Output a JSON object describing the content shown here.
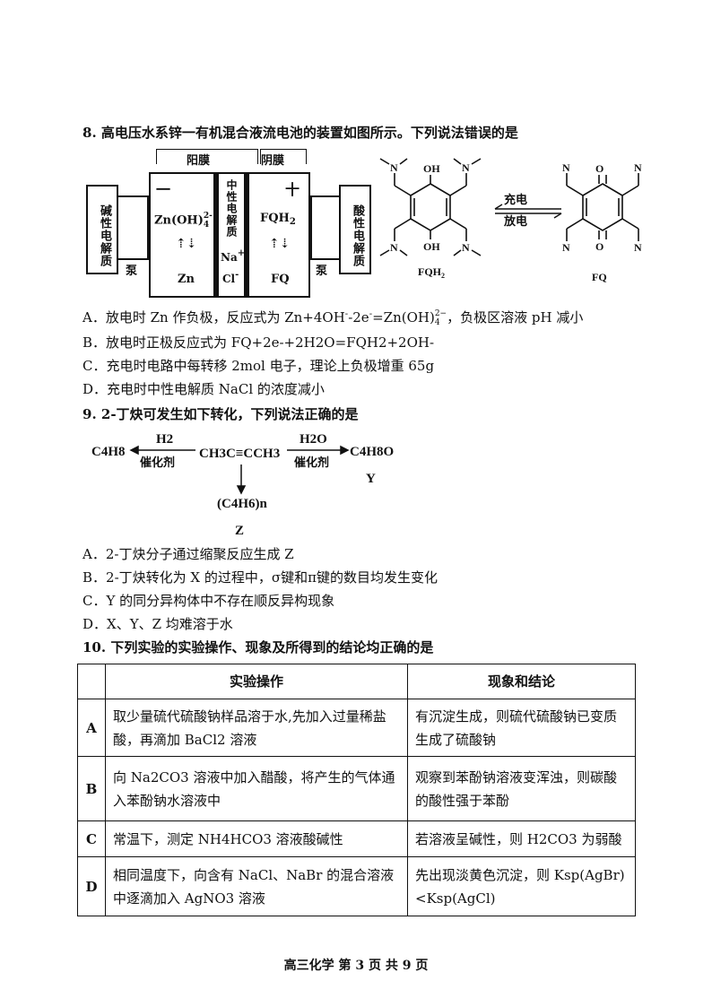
{
  "q8": {
    "number": "8",
    "stem": "高电压水系锌一有机混合液流电池的装置如图所示。下列说法错误的是",
    "diagram": {
      "anode_membrane": "阳膜",
      "cathode_membrane": "阴膜",
      "neg_sign": "一",
      "pos_sign": "十",
      "left_tank": "碱性电解质",
      "right_tank": "酸性电解质",
      "pump_left": "泵",
      "pump_right": "泵",
      "center_label": "中性电解质",
      "na": "Na",
      "na_sup": "+",
      "cl": "Cl",
      "cl_sup": "-",
      "zn_oh_base": "Zn(OH)",
      "zn_oh_sub": "4",
      "zn_oh_sup": "2-",
      "zn": "Zn",
      "fqh2_base": "FQH",
      "fqh2_sub": "2",
      "fq": "FQ"
    },
    "reaction": {
      "charge": "充电",
      "discharge": "放电",
      "left_label_base": "FQH",
      "left_label_sub": "2",
      "right_label": "FQ",
      "oh_top": "OH",
      "oh_bottom": "OH",
      "o_top": "O",
      "o_bottom": "O",
      "n": "N"
    },
    "options": {
      "A_pre": "A．放电时 Zn 作负极，反应式为 Zn+4OH",
      "A_sup1": "-",
      "A_mid": "-2e",
      "A_sup2": "-",
      "A_mid2": "=Zn(OH)",
      "A_sub": "4",
      "A_sup3": "2−",
      "A_post": "，负极区溶液 pH 减小",
      "B": "B．放电时正极反应式为 FQ+2e-+2H2O=FQH2+2OH-",
      "C": "C．充电时电路中每转移 2mol 电子，理论上负极增重 65g",
      "D": "D．充电时中性电解质 NaCl 的浓度减小"
    }
  },
  "q9": {
    "number": "9",
    "stem": "2-丁炔可发生如下转化，下列说法正确的是",
    "scheme": {
      "left_product": "C4H8",
      "h2": "H2",
      "catalyst1": "催化剂",
      "reactant": "CH3C≡CCH3",
      "h2o": "H2O",
      "catalyst2": "催化剂",
      "right_product": "C4H8O",
      "y": "Y",
      "polymer": "(C4H6)n",
      "z": "Z"
    },
    "options": {
      "A": "A．2-丁炔分子通过缩聚反应生成 Z",
      "B": "B．2-丁炔转化为 X 的过程中，σ键和π键的数目均发生变化",
      "C": "C．Y 的同分异构体中不存在顺反异构现象",
      "D": "D．X、Y、Z 均难溶于水"
    }
  },
  "q10": {
    "number": "10",
    "stem": "下列实验的实验操作、现象及所得到的结论均正确的是",
    "headers": [
      "实验操作",
      "现象和结论"
    ],
    "rows": [
      {
        "letter": "A",
        "operation": "取少量硫代硫酸钠样品溶于水,先加入过量稀盐酸，再滴加 BaCl2 溶液",
        "result": "有沉淀生成，则硫代硫酸钠已变质生成了硫酸钠"
      },
      {
        "letter": "B",
        "operation": "向 Na2CO3 溶液中加入醋酸，将产生的气体通入苯酚钠水溶液中",
        "result": "观察到苯酚钠溶液变浑浊，则碳酸的酸性强于苯酚"
      },
      {
        "letter": "C",
        "operation": "常温下，测定 NH4HCO3 溶液酸碱性",
        "result": "若溶液呈碱性，则 H2CO3 为弱酸"
      },
      {
        "letter": "D",
        "operation": "相同温度下，向含有 NaCl、NaBr 的混合溶液中逐滴加入 AgNO3 溶液",
        "result": "先出现淡黄色沉淀，则 Ksp(AgBr)<Ksp(AgCl)"
      }
    ]
  },
  "footer": "高三化学 第 3 页 共 9 页"
}
